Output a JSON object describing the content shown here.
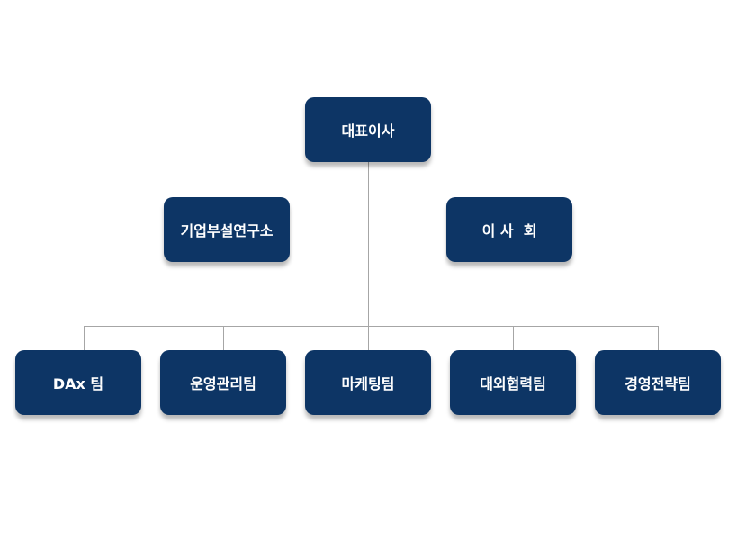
{
  "nodes": {
    "ceo": "대표이사",
    "research_lab": "기업부설연구소",
    "board": "이 사  회",
    "dax_team": "DAx 팀",
    "operations_team": "운영관리팀",
    "marketing_team": "마케팅팀",
    "external_affairs_team": "대외협력팀",
    "strategy_team": "경영전략팀"
  },
  "colors": {
    "node_fill": "#0d3565",
    "node_text": "#ffffff",
    "connector": "#a6a6a6"
  }
}
